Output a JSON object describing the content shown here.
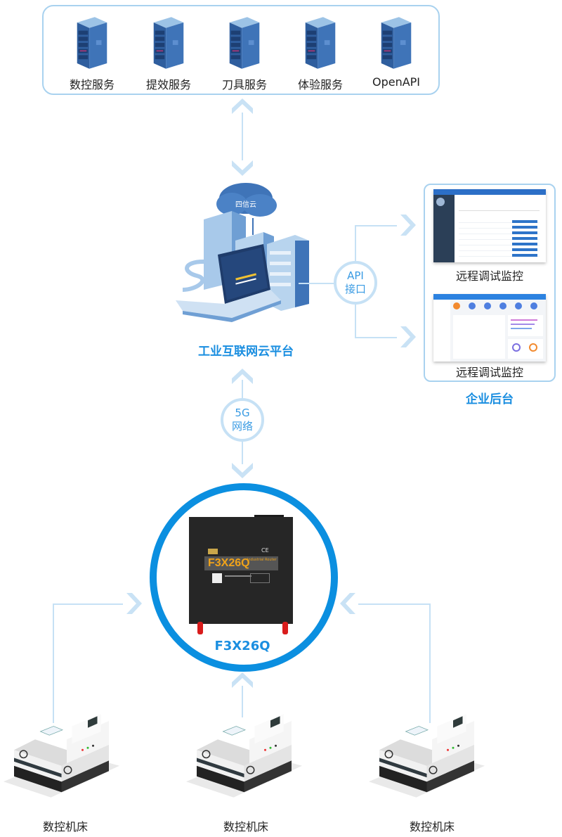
{
  "services_panel": {
    "items": [
      {
        "label": "数控服务",
        "icon": "server-rack-icon"
      },
      {
        "label": "提效服务",
        "icon": "server-rack-icon"
      },
      {
        "label": "刀具服务",
        "icon": "server-rack-icon"
      },
      {
        "label": "体验服务",
        "icon": "server-rack-icon"
      },
      {
        "label": "OpenAPI",
        "icon": "server-rack-icon"
      }
    ]
  },
  "cloud_platform": {
    "label": "工业互联网云平台",
    "cloud_badge": "四信云"
  },
  "api_bubble": {
    "line1": "API",
    "line2": "接口"
  },
  "network_bubble": {
    "line1": "5G",
    "line2": "网络"
  },
  "backend": {
    "title": "企业后台",
    "screens": [
      {
        "caption": "远程调试监控"
      },
      {
        "caption": "远程调试监控"
      }
    ]
  },
  "device": {
    "label": "F3X26Q",
    "model_print": "F3X26Q",
    "subtitle_print": "Industrial Router",
    "cert_mark": "CE"
  },
  "machines": [
    {
      "label": "数控机床"
    },
    {
      "label": "数控机床"
    },
    {
      "label": "数控机床"
    }
  ],
  "colors": {
    "accent": "#0b8fe0",
    "label_blue": "#1a8ee0",
    "connector": "#c6e1f5",
    "panel_border": "#a9d2ef",
    "arrow": "#c9e2f5",
    "router_text": "#f0a31a"
  }
}
